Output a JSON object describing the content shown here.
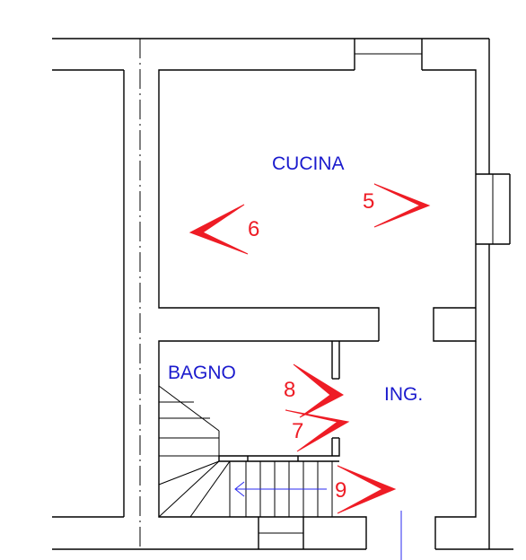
{
  "colors": {
    "walls": "#000000",
    "room_labels": "#1a1acd",
    "view_markers": "#ee1c25",
    "arrow": "#2a2af0"
  },
  "rooms": {
    "cucina": "CUCINA",
    "bagno": "BAGNO",
    "ingresso": "ING."
  },
  "view_markers": [
    {
      "id": "5",
      "direction": "right"
    },
    {
      "id": "6",
      "direction": "left"
    },
    {
      "id": "7",
      "direction": "right"
    },
    {
      "id": "8",
      "direction": "right"
    },
    {
      "id": "9",
      "direction": "right"
    }
  ],
  "stair_arrow": {
    "direction": "left",
    "icon": "arrow-left-icon"
  }
}
